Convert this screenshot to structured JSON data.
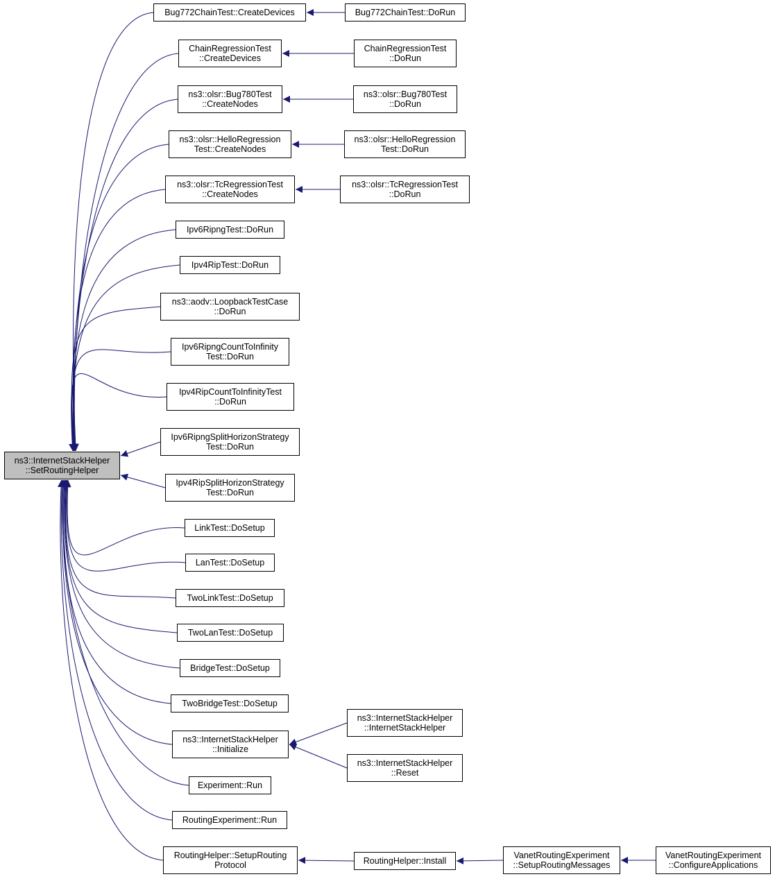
{
  "diagram_type": "doxygen caller graph",
  "colors": {
    "edge": "#191970",
    "root_fill": "#bfbfbf",
    "node_fill": "#ffffff",
    "border": "#000000"
  },
  "root": {
    "id": "root",
    "lines": [
      "ns3::InternetStackHelper",
      "::SetRoutingHelper"
    ]
  },
  "nodes": [
    {
      "id": "n1",
      "lines": [
        "Bug772ChainTest::CreateDevices"
      ]
    },
    {
      "id": "n1r",
      "lines": [
        "Bug772ChainTest::DoRun"
      ]
    },
    {
      "id": "n2",
      "lines": [
        "ChainRegressionTest",
        "::CreateDevices"
      ]
    },
    {
      "id": "n2r",
      "lines": [
        "ChainRegressionTest",
        "::DoRun"
      ]
    },
    {
      "id": "n3",
      "lines": [
        "ns3::olsr::Bug780Test",
        "::CreateNodes"
      ]
    },
    {
      "id": "n3r",
      "lines": [
        "ns3::olsr::Bug780Test",
        "::DoRun"
      ]
    },
    {
      "id": "n4",
      "lines": [
        "ns3::olsr::HelloRegression",
        "Test::CreateNodes"
      ]
    },
    {
      "id": "n4r",
      "lines": [
        "ns3::olsr::HelloRegression",
        "Test::DoRun"
      ]
    },
    {
      "id": "n5",
      "lines": [
        "ns3::olsr::TcRegressionTest",
        "::CreateNodes"
      ]
    },
    {
      "id": "n5r",
      "lines": [
        "ns3::olsr::TcRegressionTest",
        "::DoRun"
      ]
    },
    {
      "id": "n6",
      "lines": [
        "Ipv6RipngTest::DoRun"
      ]
    },
    {
      "id": "n7",
      "lines": [
        "Ipv4RipTest::DoRun"
      ]
    },
    {
      "id": "n8",
      "lines": [
        "ns3::aodv::LoopbackTestCase",
        "::DoRun"
      ]
    },
    {
      "id": "n9",
      "lines": [
        "Ipv6RipngCountToInfinity",
        "Test::DoRun"
      ]
    },
    {
      "id": "n10",
      "lines": [
        "Ipv4RipCountToInfinityTest",
        "::DoRun"
      ]
    },
    {
      "id": "n11",
      "lines": [
        "Ipv6RipngSplitHorizonStrategy",
        "Test::DoRun"
      ]
    },
    {
      "id": "n12",
      "lines": [
        "Ipv4RipSplitHorizonStrategy",
        "Test::DoRun"
      ]
    },
    {
      "id": "n13",
      "lines": [
        "LinkTest::DoSetup"
      ]
    },
    {
      "id": "n14",
      "lines": [
        "LanTest::DoSetup"
      ]
    },
    {
      "id": "n15",
      "lines": [
        "TwoLinkTest::DoSetup"
      ]
    },
    {
      "id": "n16",
      "lines": [
        "TwoLanTest::DoSetup"
      ]
    },
    {
      "id": "n17",
      "lines": [
        "BridgeTest::DoSetup"
      ]
    },
    {
      "id": "n18",
      "lines": [
        "TwoBridgeTest::DoSetup"
      ]
    },
    {
      "id": "n19",
      "lines": [
        "ns3::InternetStackHelper",
        "::Initialize"
      ]
    },
    {
      "id": "n19a",
      "lines": [
        "ns3::InternetStackHelper",
        "::InternetStackHelper"
      ]
    },
    {
      "id": "n19b",
      "lines": [
        "ns3::InternetStackHelper",
        "::Reset"
      ]
    },
    {
      "id": "n20",
      "lines": [
        "Experiment::Run"
      ]
    },
    {
      "id": "n21",
      "lines": [
        "RoutingExperiment::Run"
      ]
    },
    {
      "id": "n22",
      "lines": [
        "RoutingHelper::SetupRouting",
        "Protocol"
      ]
    },
    {
      "id": "n22a",
      "lines": [
        "RoutingHelper::Install"
      ]
    },
    {
      "id": "n22b",
      "lines": [
        "VanetRoutingExperiment",
        "::SetupRoutingMessages"
      ]
    },
    {
      "id": "n22c",
      "lines": [
        "VanetRoutingExperiment",
        "::ConfigureApplications"
      ]
    }
  ],
  "edges": [
    {
      "from": "n1",
      "to": "root"
    },
    {
      "from": "n2",
      "to": "root"
    },
    {
      "from": "n3",
      "to": "root"
    },
    {
      "from": "n4",
      "to": "root"
    },
    {
      "from": "n5",
      "to": "root"
    },
    {
      "from": "n6",
      "to": "root"
    },
    {
      "from": "n7",
      "to": "root"
    },
    {
      "from": "n8",
      "to": "root"
    },
    {
      "from": "n9",
      "to": "root"
    },
    {
      "from": "n10",
      "to": "root"
    },
    {
      "from": "n11",
      "to": "root"
    },
    {
      "from": "n12",
      "to": "root"
    },
    {
      "from": "n13",
      "to": "root"
    },
    {
      "from": "n14",
      "to": "root"
    },
    {
      "from": "n15",
      "to": "root"
    },
    {
      "from": "n16",
      "to": "root"
    },
    {
      "from": "n17",
      "to": "root"
    },
    {
      "from": "n18",
      "to": "root"
    },
    {
      "from": "n19",
      "to": "root"
    },
    {
      "from": "n20",
      "to": "root"
    },
    {
      "from": "n21",
      "to": "root"
    },
    {
      "from": "n22",
      "to": "root"
    },
    {
      "from": "n1r",
      "to": "n1"
    },
    {
      "from": "n2r",
      "to": "n2"
    },
    {
      "from": "n3r",
      "to": "n3"
    },
    {
      "from": "n4r",
      "to": "n4"
    },
    {
      "from": "n5r",
      "to": "n5"
    },
    {
      "from": "n19a",
      "to": "n19"
    },
    {
      "from": "n19b",
      "to": "n19"
    },
    {
      "from": "n22a",
      "to": "n22"
    },
    {
      "from": "n22b",
      "to": "n22a"
    },
    {
      "from": "n22c",
      "to": "n22b"
    }
  ]
}
